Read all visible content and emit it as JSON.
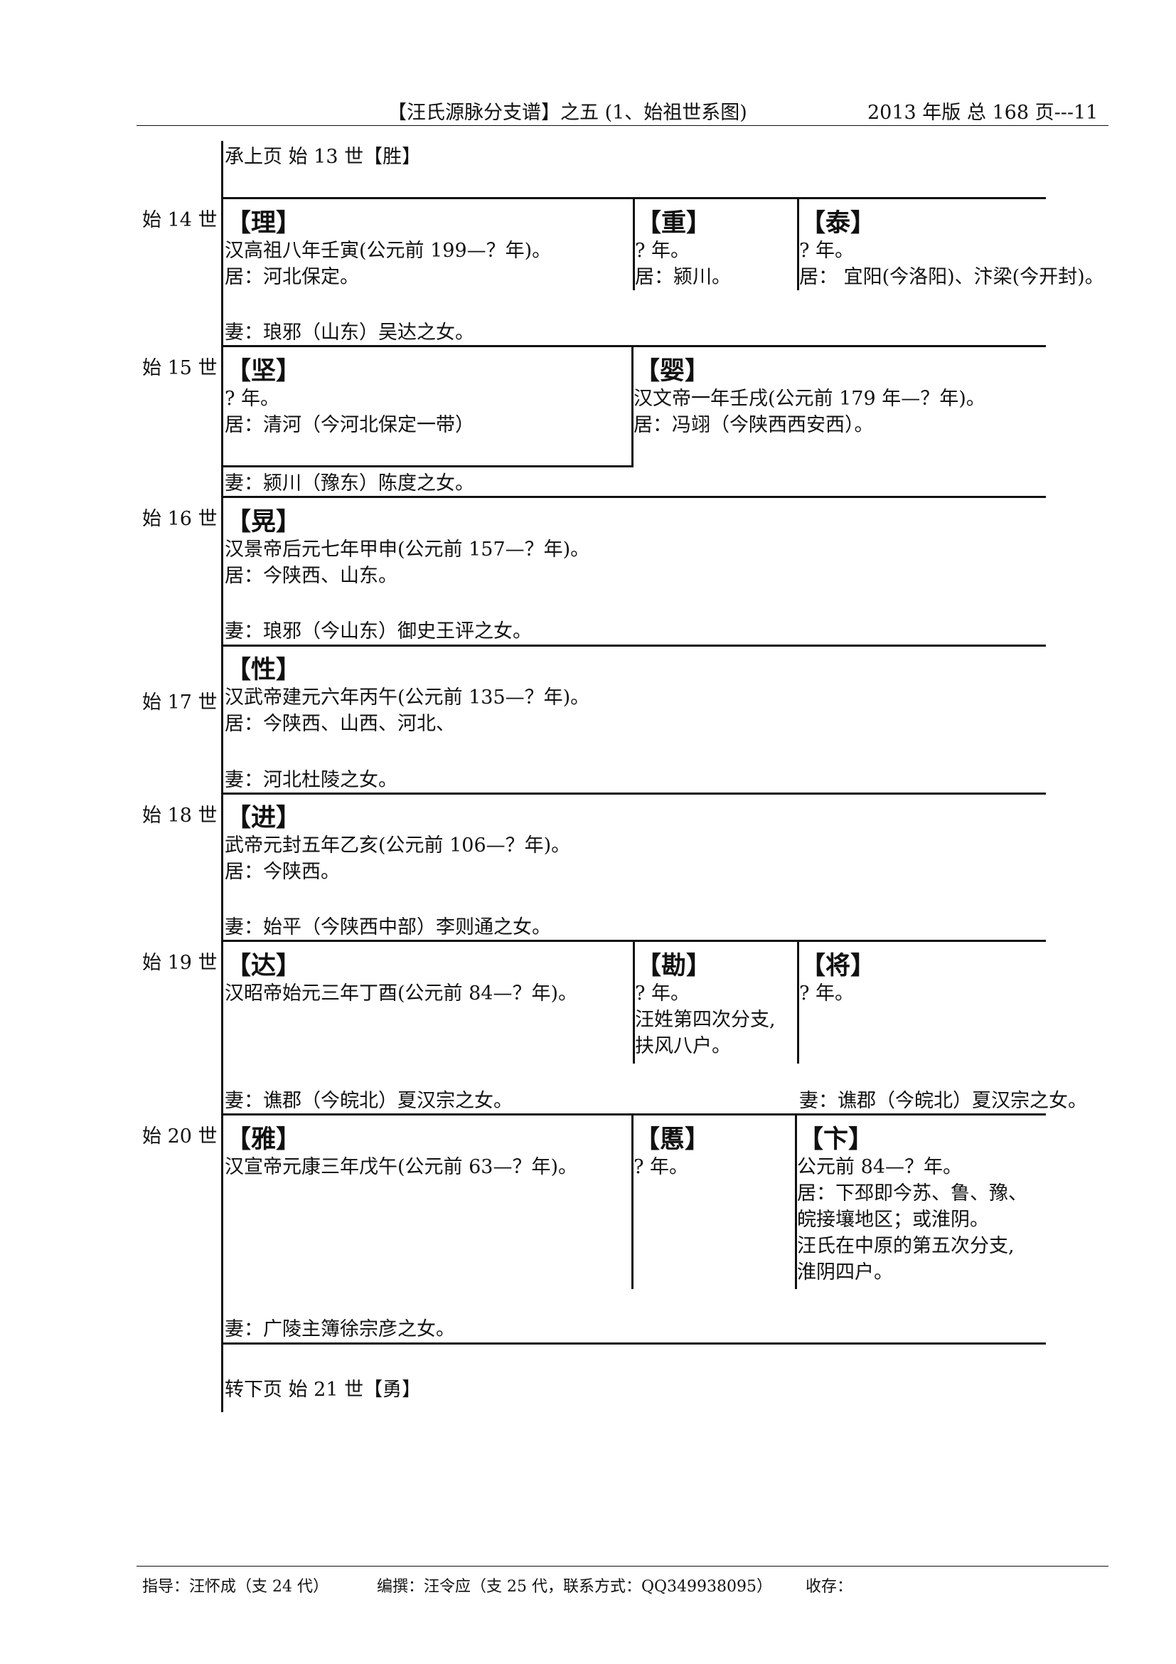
{
  "header": {
    "title": "【汪氏源脉分支谱】之五 (1、始祖世系图)",
    "edition": "2013 年版 总 168 页---11"
  },
  "continue_from": "承上页  始 13 世【胜】",
  "continue_to": "转下页  始 21 世【勇】",
  "generations": [
    {
      "label": "始 14 世",
      "persons": [
        {
          "name": "【理】",
          "lines": [
            "汉高祖八年壬寅(公元前 199—？年)。",
            "居：河北保定。"
          ]
        },
        {
          "name": "【重】",
          "lines": [
            "? 年。",
            "居：颍川。"
          ]
        },
        {
          "name": "【泰】",
          "lines": [
            "? 年。",
            "居： 宜阳(今洛阳)、汴梁(今开封)。"
          ]
        }
      ],
      "wife": "妻：琅邪（山东）吴达之女。"
    },
    {
      "label": "始 15 世",
      "persons": [
        {
          "name": "【坚】",
          "lines": [
            "? 年。",
            "居：清河（今河北保定一带）"
          ]
        },
        {
          "name": "【婴】",
          "lines": [
            "汉文帝一年壬戌(公元前 179 年—？年)。",
            "居：冯翊（今陕西西安西）。"
          ]
        }
      ],
      "wife": "妻：颍川（豫东）陈度之女。"
    },
    {
      "label": "始 16 世",
      "persons": [
        {
          "name": "【晃】",
          "lines": [
            "汉景帝后元七年甲申(公元前 157—？年)。",
            "居：今陕西、山东。"
          ]
        }
      ],
      "wife": "妻：琅邪（今山东）御史王评之女。"
    },
    {
      "label": "始 17 世",
      "persons": [
        {
          "name": "【性】",
          "lines": [
            "汉武帝建元六年丙午(公元前 135—？年)。",
            "居：今陕西、山西、河北、"
          ]
        }
      ],
      "wife": "妻：河北杜陵之女。"
    },
    {
      "label": "始 18 世",
      "persons": [
        {
          "name": "【进】",
          "lines": [
            "武帝元封五年乙亥(公元前 106—？年)。",
            "居：今陕西。"
          ]
        }
      ],
      "wife": "妻：始平（今陕西中部）李则通之女。"
    },
    {
      "label": "始 19 世",
      "persons": [
        {
          "name": "【达】",
          "lines": [
            "汉昭帝始元三年丁酉(公元前 84—？年)。"
          ]
        },
        {
          "name": "【勘】",
          "lines": [
            "? 年。",
            "汪姓第四次分支,",
            "扶风八户。"
          ]
        },
        {
          "name": "【将】",
          "lines": [
            "? 年。"
          ]
        }
      ],
      "wife": "妻：谯郡（今皖北）夏汉宗之女。"
    },
    {
      "label": "始 20 世",
      "persons": [
        {
          "name": "【雅】",
          "lines": [
            "汉宣帝元康三年戊午(公元前 63—？年)。"
          ]
        },
        {
          "name": "【慝】",
          "lines": [
            "? 年。"
          ]
        },
        {
          "name": "【卞】",
          "lines": [
            "公元前 84—？年。",
            "居：下邳即今苏、鲁、豫、",
            "皖接壤地区；或淮阴。",
            "汪氏在中原的第五次分支,",
            "淮阴四户。"
          ]
        }
      ],
      "wife": "妻：广陵主簿徐宗彦之女。"
    }
  ],
  "footer": {
    "guide": "指导：汪怀成（支 24 代）",
    "editor": "编撰：汪令应（支 25 代，联系方式：QQ349938095）",
    "collect": "收存："
  }
}
